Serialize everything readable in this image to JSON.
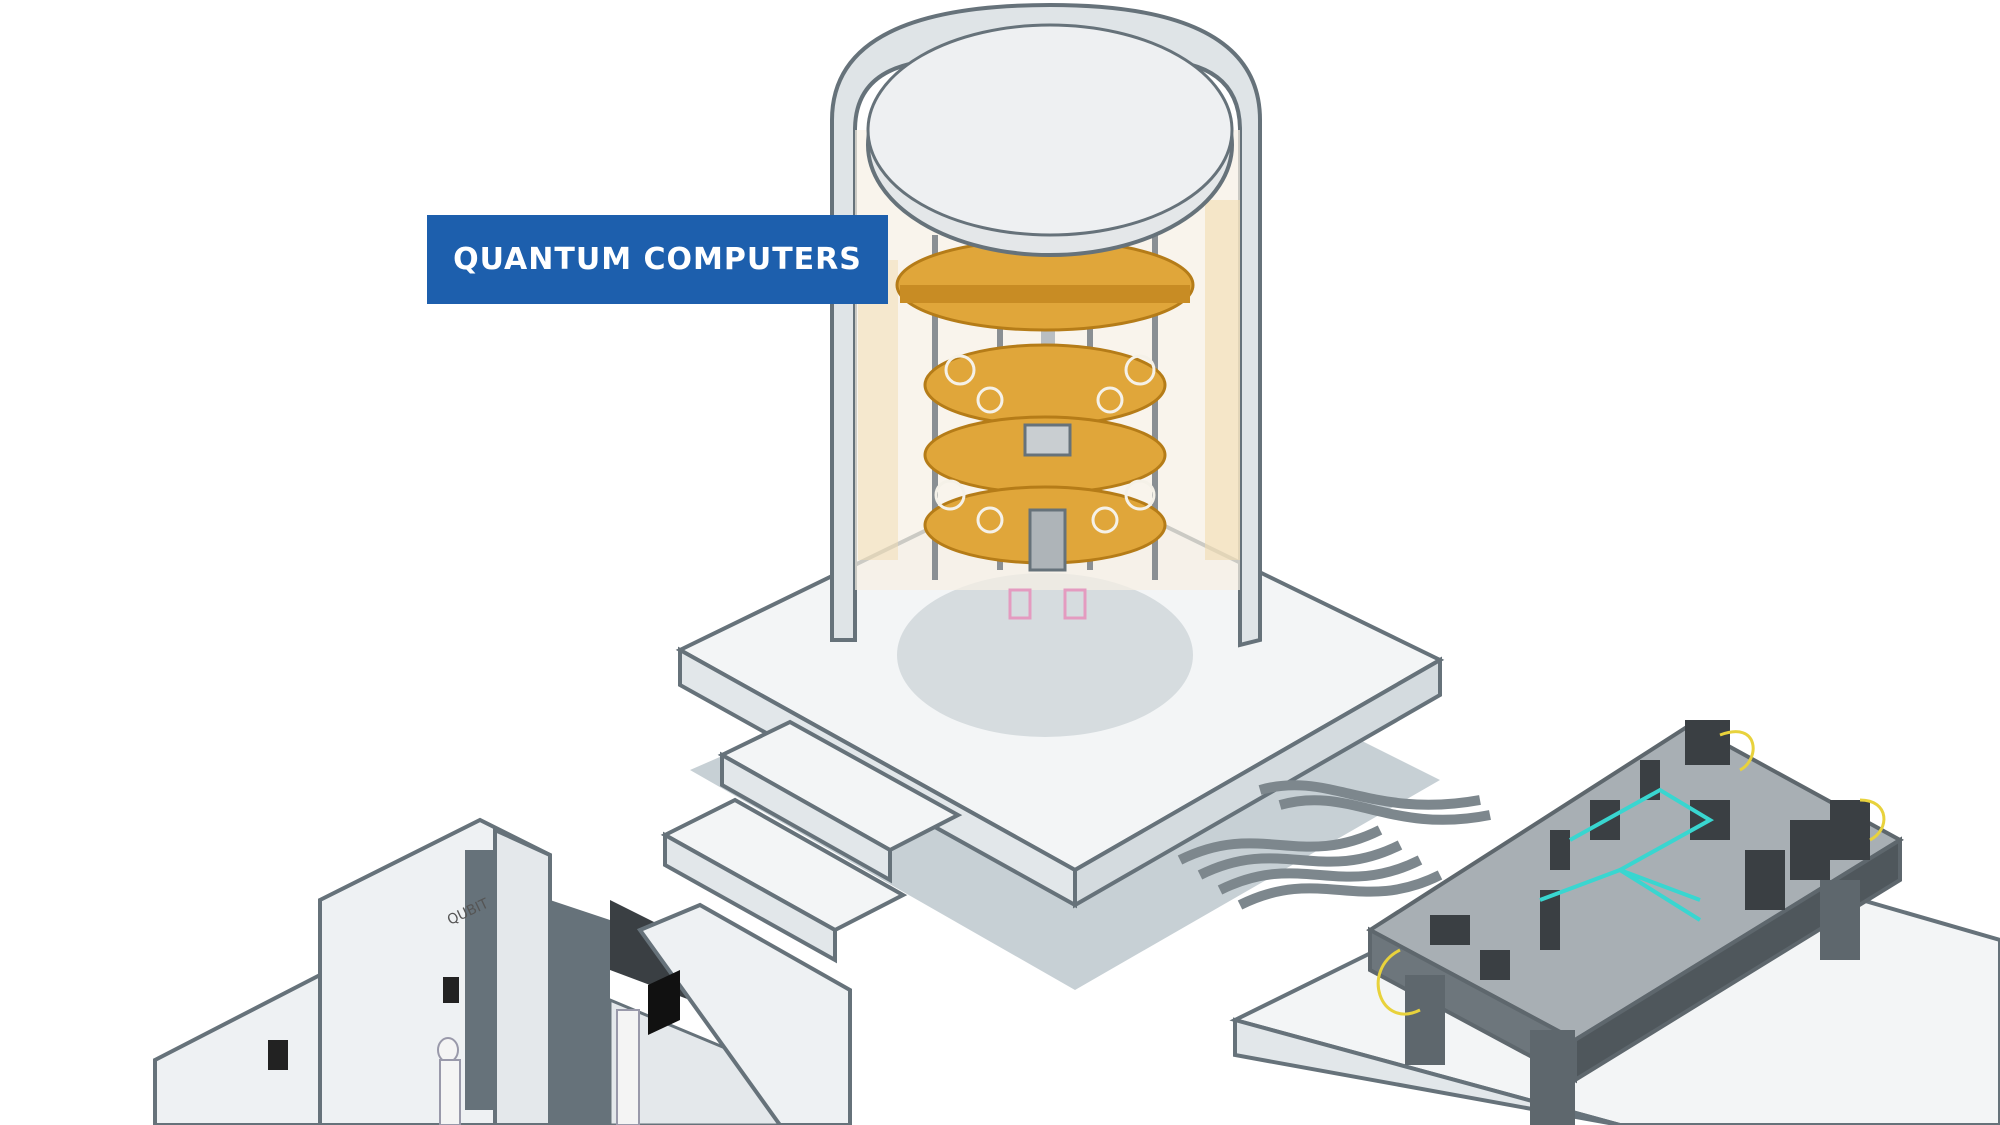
{
  "callout": {
    "label": "QUANTUM COMPUTERS",
    "background": "#1d5fad",
    "text_color": "#ffffff"
  },
  "lab": {
    "logo_text": "QUBIT"
  },
  "colors": {
    "outline": "#66727a",
    "surface": "#eef1f3",
    "shadow": "#c3ccd2",
    "gold": "#e0a63a",
    "laser": "#39d6d0",
    "cable": "#e8d23c",
    "table_metal": "#5e676d"
  },
  "icons": {
    "cryostat": "dilution-refrigerator-illustration",
    "lab": "cleanroom-fab-illustration",
    "optics": "optical-table-illustration"
  }
}
